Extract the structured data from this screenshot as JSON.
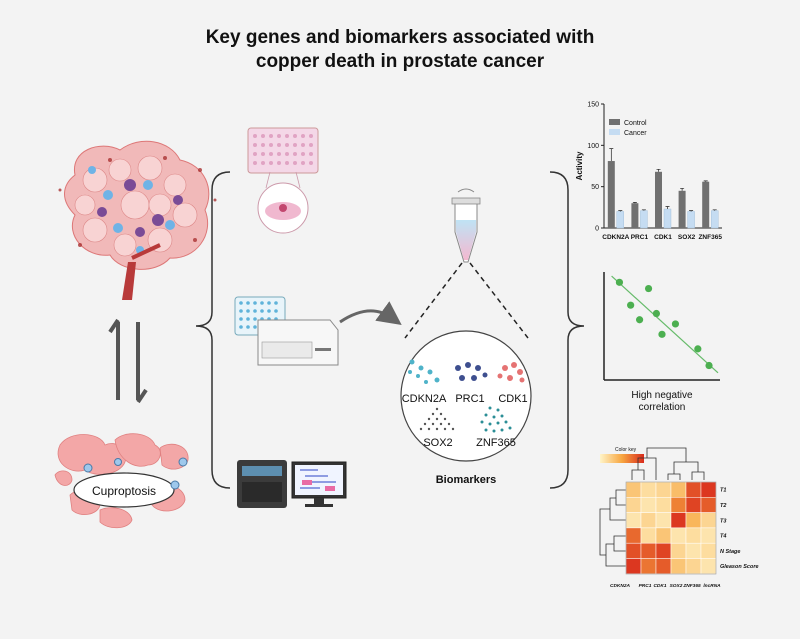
{
  "title": {
    "line1": "Key genes and biomarkers associated with",
    "line2": "copper death in prostate cancer"
  },
  "left": {
    "cuproptosis_label": "Cuproptosis"
  },
  "biomarkers": {
    "label": "Biomarkers",
    "genes": [
      "CDKN2A",
      "PRC1",
      "CDK1",
      "SOX2",
      "ZNF365"
    ]
  },
  "colors": {
    "background": "#f3f3f3",
    "control_bar": "#707070",
    "cancer_bar": "#c5dcf2",
    "correlation_green": "#4caf50",
    "heat_high": "#d92b1c",
    "heat_low": "#fff4c8"
  },
  "chart_data": [
    {
      "type": "bar",
      "categories": [
        "CDKN2A",
        "PRC1",
        "CDK1",
        "SOX2",
        "ZNF365"
      ],
      "series": [
        {
          "name": "Control",
          "values": [
            81,
            30,
            68,
            45,
            56
          ]
        },
        {
          "name": "Cancer",
          "values": [
            20,
            21,
            23,
            20,
            21
          ]
        }
      ],
      "error": {
        "Control": [
          15,
          1,
          3,
          3,
          1
        ],
        "Cancer": [
          1,
          1,
          3,
          1,
          1
        ]
      },
      "xlabel": "",
      "ylabel": "Activity",
      "ylim": [
        0,
        150
      ],
      "yticks": [
        0,
        50,
        100,
        150
      ],
      "legend": "top-left"
    },
    {
      "type": "scatter",
      "xlabel": "High negative",
      "xlabel2": "correlation",
      "points": [
        [
          0.12,
          0.92
        ],
        [
          0.38,
          0.86
        ],
        [
          0.22,
          0.7
        ],
        [
          0.45,
          0.62
        ],
        [
          0.3,
          0.56
        ],
        [
          0.62,
          0.52
        ],
        [
          0.5,
          0.42
        ],
        [
          0.82,
          0.28
        ],
        [
          0.92,
          0.12
        ]
      ],
      "trend": [
        [
          0.05,
          0.98
        ],
        [
          1.0,
          0.05
        ]
      ]
    },
    {
      "type": "heatmap",
      "legend_title": "Color key",
      "rows": [
        "T1",
        "T2",
        "T3",
        "T4",
        "N Stage",
        "Gleason Score"
      ],
      "columns": [
        "CDKN2A",
        "PRC1",
        "CDK1",
        "SOX2",
        "ZNF365",
        "lncRNA"
      ],
      "values": [
        [
          0.3,
          0.15,
          0.2,
          0.35,
          0.85,
          0.95
        ],
        [
          0.2,
          0.1,
          0.15,
          0.65,
          0.9,
          0.8
        ],
        [
          0.1,
          0.2,
          0.1,
          0.95,
          0.4,
          0.2
        ],
        [
          0.75,
          0.15,
          0.3,
          0.1,
          0.15,
          0.1
        ],
        [
          0.85,
          0.8,
          0.9,
          0.2,
          0.1,
          0.15
        ],
        [
          0.95,
          0.7,
          0.8,
          0.3,
          0.2,
          0.1
        ]
      ]
    }
  ]
}
